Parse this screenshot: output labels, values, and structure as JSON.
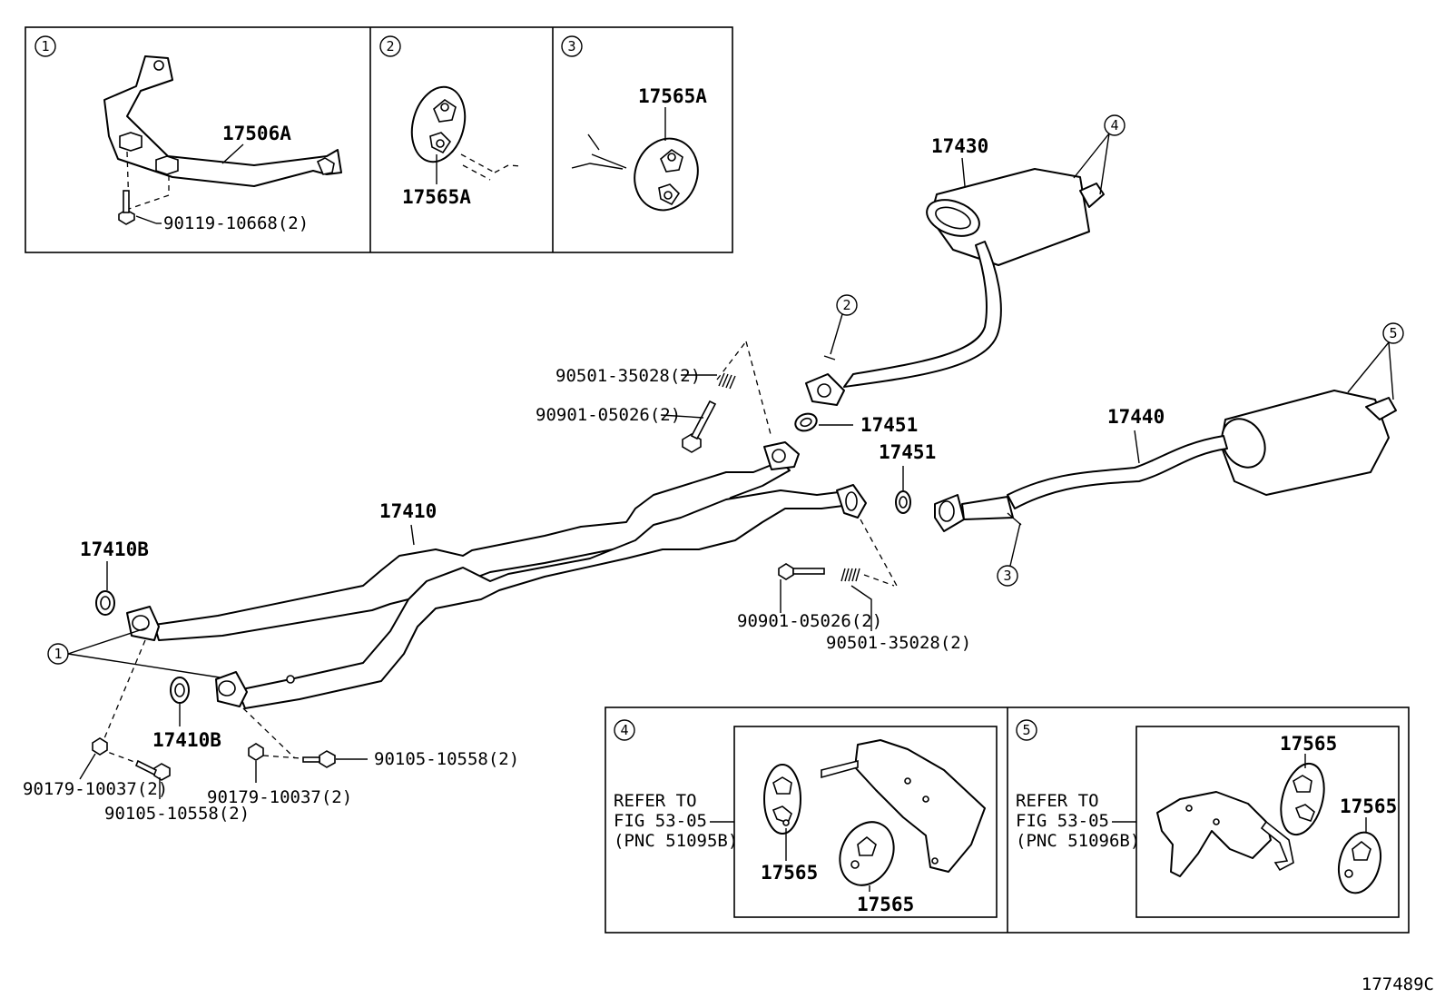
{
  "insets": {
    "inset1": {
      "circle": "1",
      "part": "17506A",
      "bolt": "90119-10668(2)"
    },
    "inset2": {
      "circle": "2",
      "part": "17565A"
    },
    "inset3": {
      "circle": "3",
      "part": "17565A"
    },
    "inset4": {
      "circle": "4",
      "refer_lines": [
        "REFER TO",
        "FIG 53-05",
        "(PNC 51095B)"
      ],
      "part_a": "17565",
      "part_b": "17565"
    },
    "inset5": {
      "circle": "5",
      "refer_lines": [
        "REFER TO",
        "FIG 53-05",
        "(PNC 51096B)"
      ],
      "part_a": "17565",
      "part_b": "17565"
    }
  },
  "main": {
    "callout_1": "1",
    "callout_2": "2",
    "callout_3": "3",
    "callout_4": "4",
    "callout_5": "5",
    "front_pipe": "17410",
    "gasket_upper": "17410B",
    "gasket_lower": "17410B",
    "center_muffler": "17430",
    "tail_pipe": "17440",
    "gasket_center_a": "17451",
    "gasket_center_b": "17451",
    "spring_upper": "90501-35028(2)",
    "bolt_upper": "90901-05026(2)",
    "bolt_lower": "90901-05026(2)",
    "spring_lower": "90501-35028(2)",
    "nut_left": "90179-10037(2)",
    "bolt_left": "90105-10558(2)",
    "nut_right": "90179-10037(2)",
    "bolt_right": "90105-10558(2)"
  },
  "figure_id": "177489C"
}
